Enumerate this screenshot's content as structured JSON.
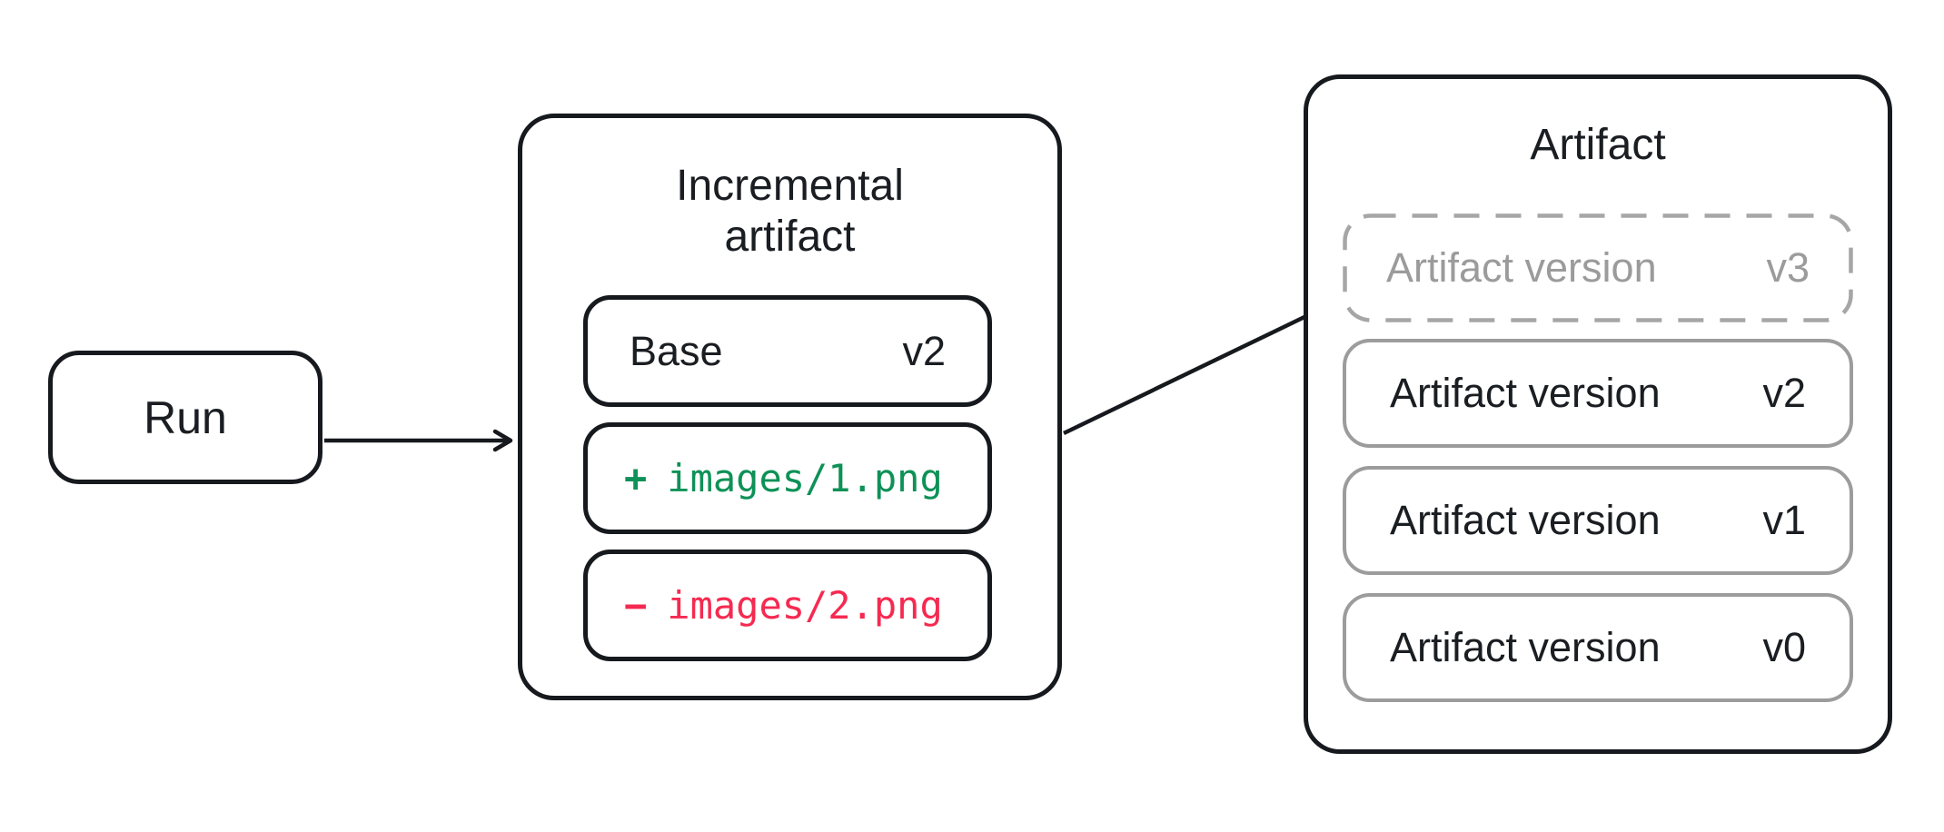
{
  "run": {
    "label": "Run"
  },
  "incremental": {
    "title": "Incremental\nartifact",
    "base": {
      "name": "Base",
      "version": "v2"
    },
    "diff": [
      {
        "sign": "+",
        "path": "images/1.png",
        "change": "added"
      },
      {
        "sign": "−",
        "path": "images/2.png",
        "change": "removed"
      }
    ]
  },
  "artifact": {
    "title": "Artifact",
    "draft_version": {
      "label": "Artifact version",
      "version": "v3"
    },
    "versions": [
      {
        "label": "Artifact version",
        "version": "v2"
      },
      {
        "label": "Artifact version",
        "version": "v1"
      },
      {
        "label": "Artifact version",
        "version": "v0"
      }
    ]
  },
  "colors": {
    "outline_dark": "#16191d",
    "outline_gray": "#9c9c9c",
    "dashed_gray": "#a6a6a6",
    "text_dark": "#1a1d21",
    "text_gray": "#9b9b9b",
    "added_green": "#0e9157",
    "removed_red": "#f52a51"
  }
}
